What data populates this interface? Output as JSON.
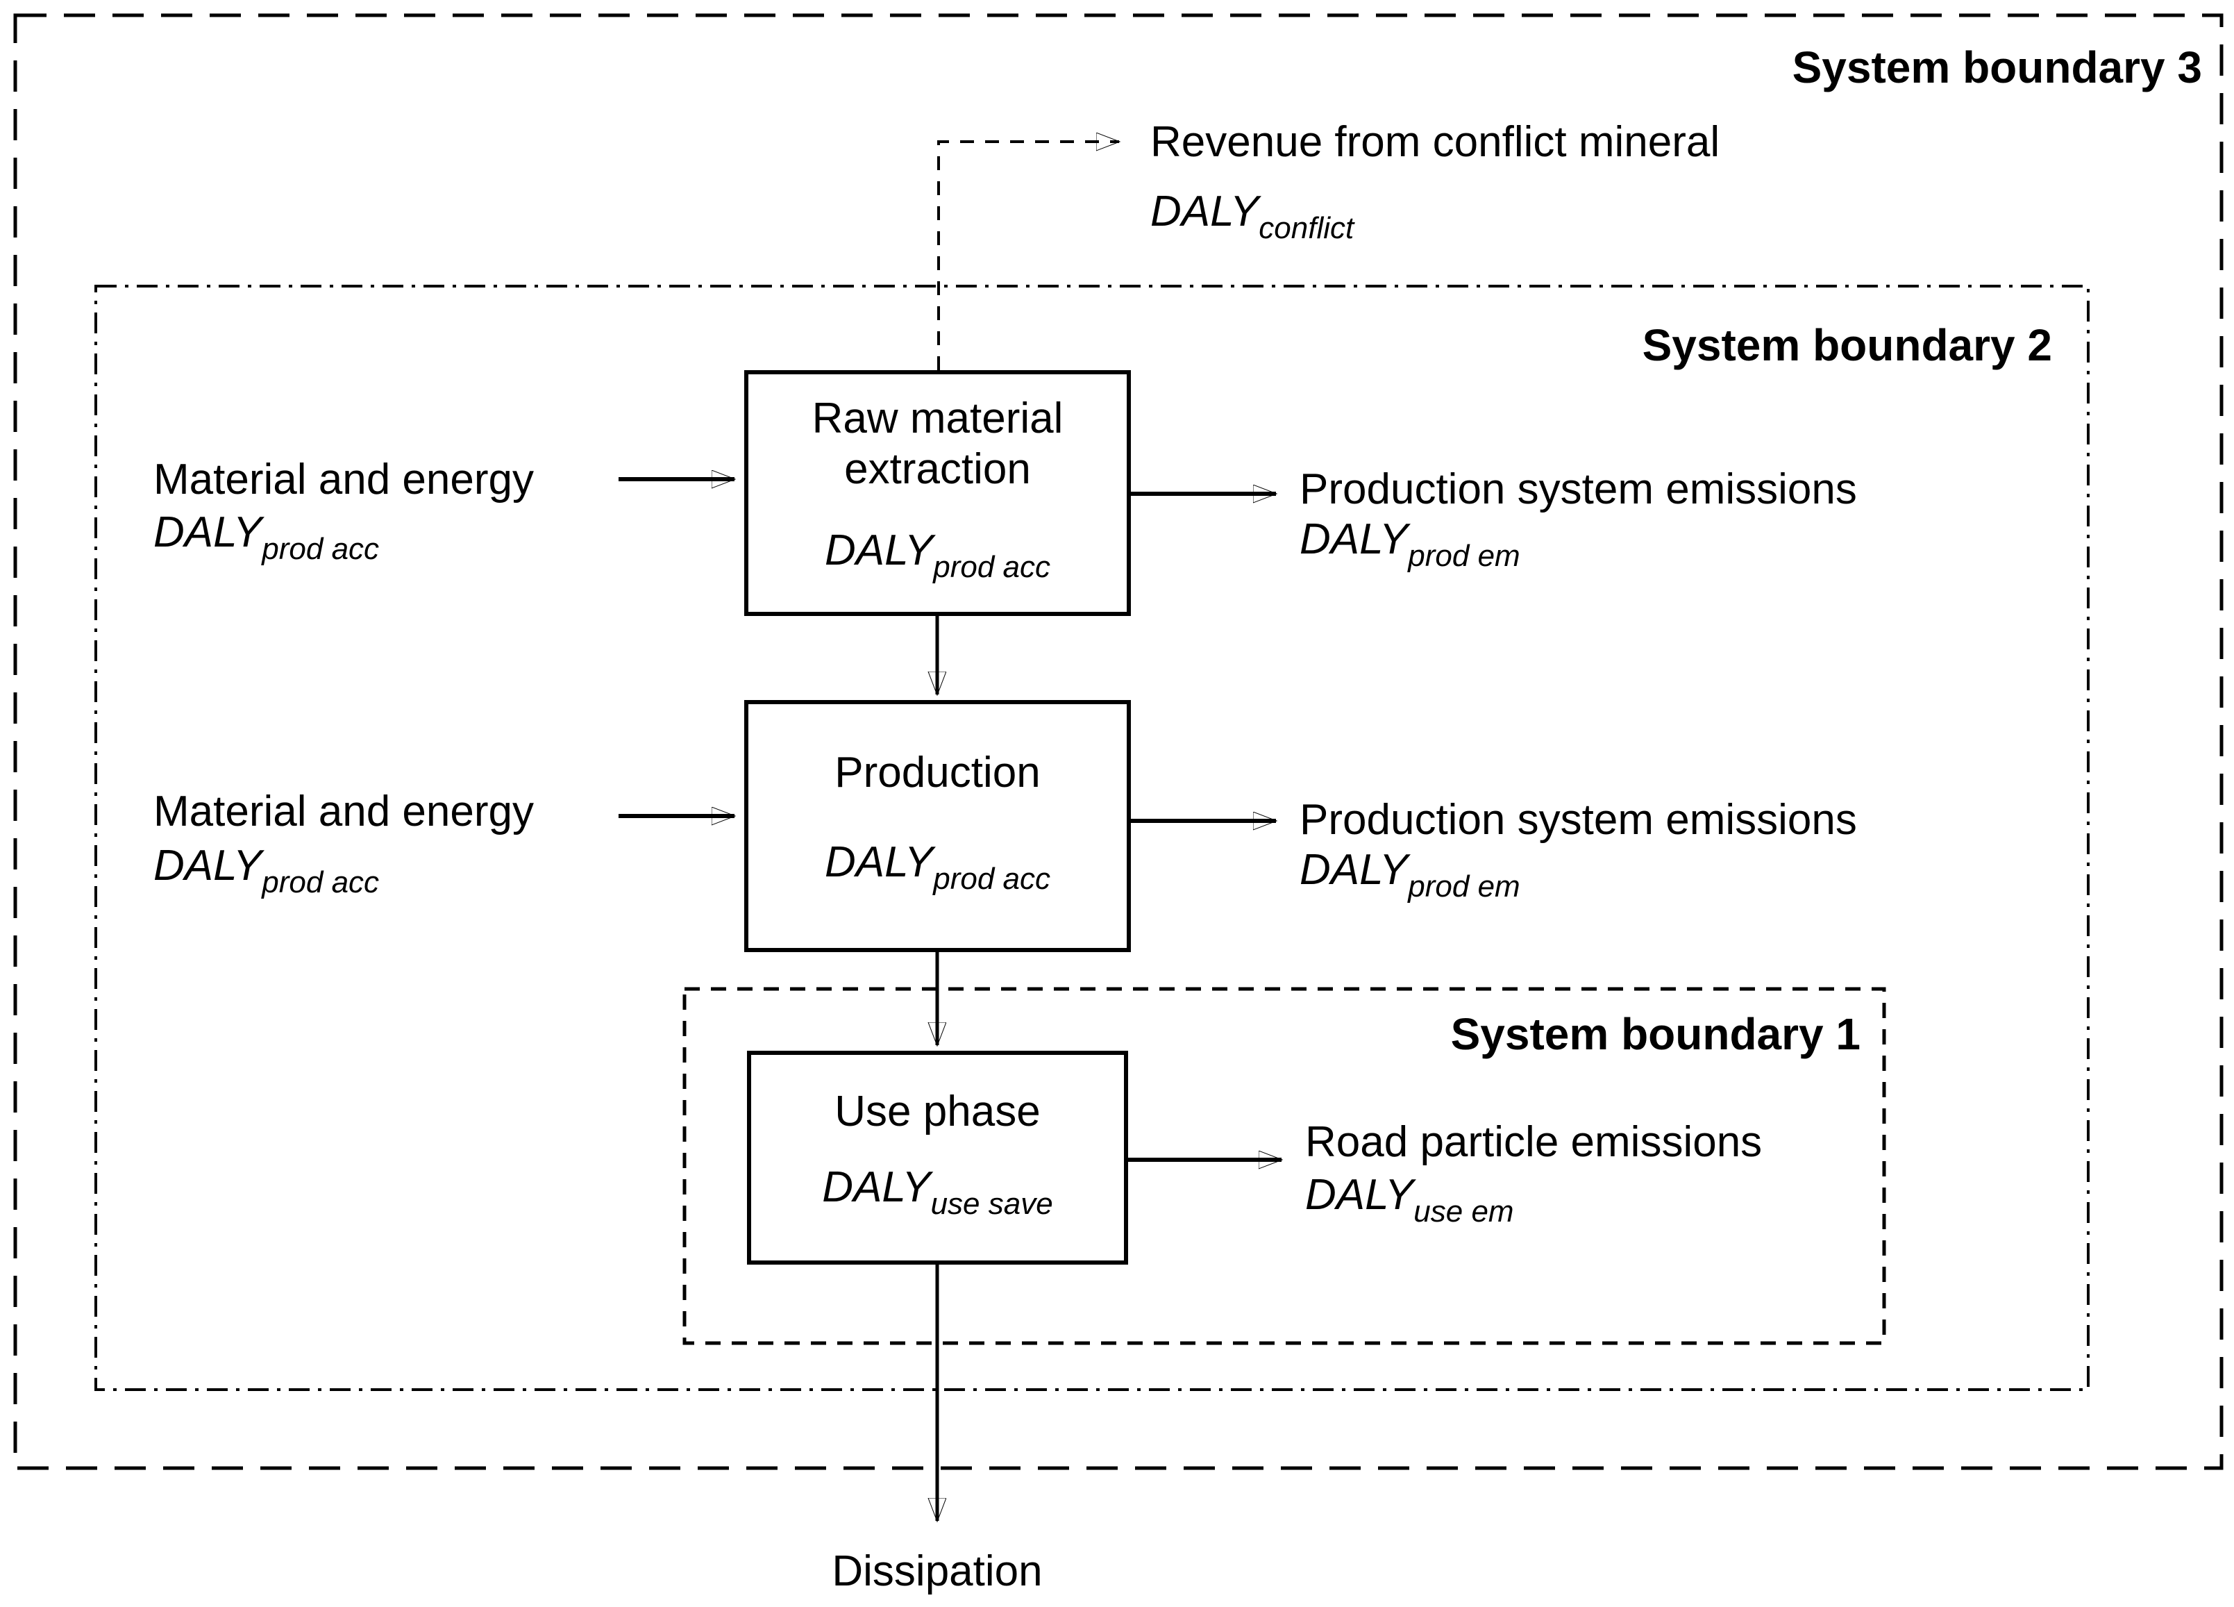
{
  "colors": {
    "ink": "#000000",
    "background": "#ffffff"
  },
  "boundaries": {
    "b3": "System boundary 3",
    "b2": "System boundary 2",
    "b1": "System boundary 1"
  },
  "nodes": {
    "raw": {
      "title": "Raw material extraction",
      "daly": "DALY",
      "daly_sub": "prod acc"
    },
    "production": {
      "title": "Production",
      "daly": "DALY",
      "daly_sub": "prod acc"
    },
    "use": {
      "title": "Use phase",
      "daly": "DALY",
      "daly_sub": "use save"
    }
  },
  "flows": {
    "revenue": {
      "label": "Revenue from conflict mineral",
      "daly": "DALY",
      "daly_sub": "conflict"
    },
    "input_raw": {
      "label": "Material and energy",
      "daly": "DALY",
      "daly_sub": "prod acc"
    },
    "input_production": {
      "label": "Material and energy",
      "daly": "DALY",
      "daly_sub": "prod acc"
    },
    "emissions_raw": {
      "label": "Production system emissions",
      "daly": "DALY",
      "daly_sub": "prod em"
    },
    "emissions_production": {
      "label": "Production system emissions",
      "daly": "DALY",
      "daly_sub": "prod em"
    },
    "emissions_use": {
      "label": "Road particle emissions",
      "daly": "DALY",
      "daly_sub": "use em"
    },
    "dissipation": "Dissipation"
  }
}
